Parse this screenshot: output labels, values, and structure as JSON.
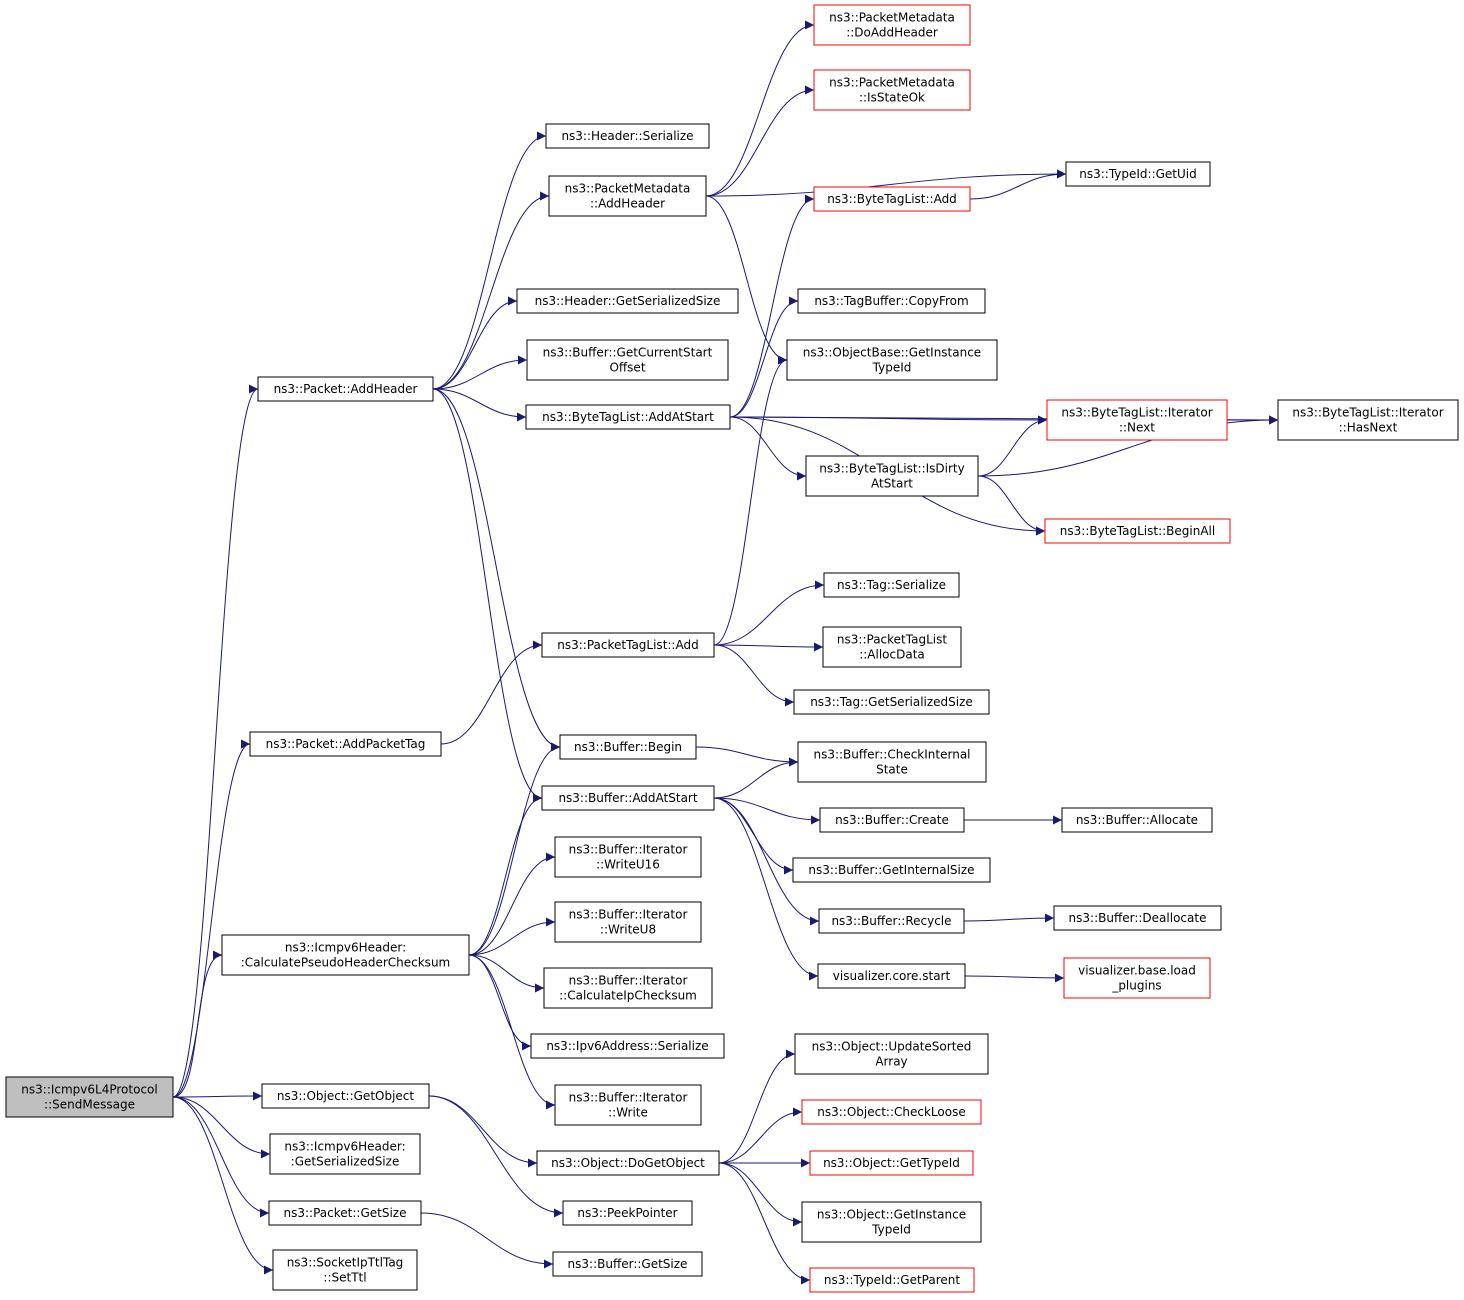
{
  "colors": {
    "edge": "#191970",
    "node_border": "#000000",
    "node_border_truncated": "#ff0000",
    "node_fill": "#ffffff",
    "root_fill": "#bfbfbf"
  },
  "nodes": [
    {
      "id": "root",
      "lines": [
        "ns3::Icmpv6L4Protocol",
        "::SendMessage"
      ],
      "kind": "root"
    },
    {
      "id": "addHeader",
      "lines": [
        "ns3::Packet::AddHeader"
      ],
      "kind": "normal"
    },
    {
      "id": "addPacketTag",
      "lines": [
        "ns3::Packet::AddPacketTag"
      ],
      "kind": "normal"
    },
    {
      "id": "calcPseudo",
      "lines": [
        "ns3::Icmpv6Header:",
        ":CalculatePseudoHeaderChecksum"
      ],
      "kind": "normal"
    },
    {
      "id": "getObject",
      "lines": [
        "ns3::Object::GetObject"
      ],
      "kind": "normal"
    },
    {
      "id": "icmpGetSerSize",
      "lines": [
        "ns3::Icmpv6Header:",
        ":GetSerializedSize"
      ],
      "kind": "normal"
    },
    {
      "id": "packetGetSize",
      "lines": [
        "ns3::Packet::GetSize"
      ],
      "kind": "normal"
    },
    {
      "id": "setTtl",
      "lines": [
        "ns3::SocketIpTtlTag",
        "::SetTtl"
      ],
      "kind": "normal"
    },
    {
      "id": "headerSerialize",
      "lines": [
        "ns3::Header::Serialize"
      ],
      "kind": "normal"
    },
    {
      "id": "pmAddHeader",
      "lines": [
        "ns3::PacketMetadata",
        "::AddHeader"
      ],
      "kind": "normal"
    },
    {
      "id": "headerGetSerSize",
      "lines": [
        "ns3::Header::GetSerializedSize"
      ],
      "kind": "normal"
    },
    {
      "id": "bufGetCurStart",
      "lines": [
        "ns3::Buffer::GetCurrentStart",
        "Offset"
      ],
      "kind": "normal"
    },
    {
      "id": "btlAddAtStart",
      "lines": [
        "ns3::ByteTagList::AddAtStart"
      ],
      "kind": "normal"
    },
    {
      "id": "ptlAdd",
      "lines": [
        "ns3::PacketTagList::Add"
      ],
      "kind": "normal"
    },
    {
      "id": "bufBegin",
      "lines": [
        "ns3::Buffer::Begin"
      ],
      "kind": "normal"
    },
    {
      "id": "bufAddAtStart",
      "lines": [
        "ns3::Buffer::AddAtStart"
      ],
      "kind": "normal"
    },
    {
      "id": "itWriteU16",
      "lines": [
        "ns3::Buffer::Iterator",
        "::WriteU16"
      ],
      "kind": "normal"
    },
    {
      "id": "itWriteU8",
      "lines": [
        "ns3::Buffer::Iterator",
        "::WriteU8"
      ],
      "kind": "normal"
    },
    {
      "id": "itCalcIpChk",
      "lines": [
        "ns3::Buffer::Iterator",
        "::CalculateIpChecksum"
      ],
      "kind": "normal"
    },
    {
      "id": "ipv6Serialize",
      "lines": [
        "ns3::Ipv6Address::Serialize"
      ],
      "kind": "normal"
    },
    {
      "id": "itWrite",
      "lines": [
        "ns3::Buffer::Iterator",
        "::Write"
      ],
      "kind": "normal"
    },
    {
      "id": "doGetObject",
      "lines": [
        "ns3::Object::DoGetObject"
      ],
      "kind": "normal"
    },
    {
      "id": "peekPointer",
      "lines": [
        "ns3::PeekPointer"
      ],
      "kind": "normal"
    },
    {
      "id": "bufGetSize",
      "lines": [
        "ns3::Buffer::GetSize"
      ],
      "kind": "normal"
    },
    {
      "id": "pmDoAddHeader",
      "lines": [
        "ns3::PacketMetadata",
        "::DoAddHeader"
      ],
      "kind": "truncated"
    },
    {
      "id": "pmIsStateOk",
      "lines": [
        "ns3::PacketMetadata",
        "::IsStateOk"
      ],
      "kind": "truncated"
    },
    {
      "id": "typeIdGetUid",
      "lines": [
        "ns3::TypeId::GetUid"
      ],
      "kind": "normal"
    },
    {
      "id": "btlAdd",
      "lines": [
        "ns3::ByteTagList::Add"
      ],
      "kind": "truncated"
    },
    {
      "id": "tagBufCopyFrom",
      "lines": [
        "ns3::TagBuffer::CopyFrom"
      ],
      "kind": "normal"
    },
    {
      "id": "objBaseGetInstTypeId",
      "lines": [
        "ns3::ObjectBase::GetInstance",
        "TypeId"
      ],
      "kind": "normal"
    },
    {
      "id": "btlItNext",
      "lines": [
        "ns3::ByteTagList::Iterator",
        "::Next"
      ],
      "kind": "truncated"
    },
    {
      "id": "btlItHasNext",
      "lines": [
        "ns3::ByteTagList::Iterator",
        "::HasNext"
      ],
      "kind": "normal"
    },
    {
      "id": "btlIsDirty",
      "lines": [
        "ns3::ByteTagList::IsDirty",
        "AtStart"
      ],
      "kind": "normal"
    },
    {
      "id": "btlBeginAll",
      "lines": [
        "ns3::ByteTagList::BeginAll"
      ],
      "kind": "truncated"
    },
    {
      "id": "tagSerialize",
      "lines": [
        "ns3::Tag::Serialize"
      ],
      "kind": "normal"
    },
    {
      "id": "ptlAllocData",
      "lines": [
        "ns3::PacketTagList",
        "::AllocData"
      ],
      "kind": "normal"
    },
    {
      "id": "tagGetSerSize",
      "lines": [
        "ns3::Tag::GetSerializedSize"
      ],
      "kind": "normal"
    },
    {
      "id": "bufCheckInternal",
      "lines": [
        "ns3::Buffer::CheckInternal",
        "State"
      ],
      "kind": "normal"
    },
    {
      "id": "bufCreate",
      "lines": [
        "ns3::Buffer::Create"
      ],
      "kind": "normal"
    },
    {
      "id": "bufAllocate",
      "lines": [
        "ns3::Buffer::Allocate"
      ],
      "kind": "normal"
    },
    {
      "id": "bufGetInternalSize",
      "lines": [
        "ns3::Buffer::GetInternalSize"
      ],
      "kind": "normal"
    },
    {
      "id": "bufRecycle",
      "lines": [
        "ns3::Buffer::Recycle"
      ],
      "kind": "normal"
    },
    {
      "id": "bufDeallocate",
      "lines": [
        "ns3::Buffer::Deallocate"
      ],
      "kind": "normal"
    },
    {
      "id": "vizCoreStart",
      "lines": [
        "visualizer.core.start"
      ],
      "kind": "normal"
    },
    {
      "id": "vizLoadPlugins",
      "lines": [
        "visualizer.base.load",
        "_plugins"
      ],
      "kind": "truncated"
    },
    {
      "id": "objUpdateSorted",
      "lines": [
        "ns3::Object::UpdateSorted",
        "Array"
      ],
      "kind": "normal"
    },
    {
      "id": "objCheckLoose",
      "lines": [
        "ns3::Object::CheckLoose"
      ],
      "kind": "truncated"
    },
    {
      "id": "objGetTypeId",
      "lines": [
        "ns3::Object::GetTypeId"
      ],
      "kind": "truncated"
    },
    {
      "id": "objGetInstTypeId",
      "lines": [
        "ns3::Object::GetInstance",
        "TypeId"
      ],
      "kind": "normal"
    },
    {
      "id": "typeIdGetParent",
      "lines": [
        "ns3::TypeId::GetParent"
      ],
      "kind": "truncated"
    }
  ],
  "edges": [
    [
      "root",
      "addHeader"
    ],
    [
      "root",
      "addPacketTag"
    ],
    [
      "root",
      "calcPseudo"
    ],
    [
      "root",
      "getObject"
    ],
    [
      "root",
      "icmpGetSerSize"
    ],
    [
      "root",
      "packetGetSize"
    ],
    [
      "root",
      "setTtl"
    ],
    [
      "addHeader",
      "headerSerialize"
    ],
    [
      "addHeader",
      "pmAddHeader"
    ],
    [
      "addHeader",
      "headerGetSerSize"
    ],
    [
      "addHeader",
      "bufGetCurStart"
    ],
    [
      "addHeader",
      "btlAddAtStart"
    ],
    [
      "addHeader",
      "bufBegin"
    ],
    [
      "addHeader",
      "bufAddAtStart"
    ],
    [
      "pmAddHeader",
      "pmDoAddHeader"
    ],
    [
      "pmAddHeader",
      "pmIsStateOk"
    ],
    [
      "pmAddHeader",
      "typeIdGetUid"
    ],
    [
      "pmAddHeader",
      "objBaseGetInstTypeId"
    ],
    [
      "btlAdd",
      "typeIdGetUid"
    ],
    [
      "btlAddAtStart",
      "btlAdd"
    ],
    [
      "btlAddAtStart",
      "tagBufCopyFrom"
    ],
    [
      "btlAddAtStart",
      "btlItHasNext"
    ],
    [
      "btlAddAtStart",
      "btlItNext"
    ],
    [
      "btlAddAtStart",
      "btlIsDirty"
    ],
    [
      "btlAddAtStart",
      "btlBeginAll"
    ],
    [
      "btlItNext",
      "btlItHasNext"
    ],
    [
      "btlIsDirty",
      "btlItNext"
    ],
    [
      "btlIsDirty",
      "btlItHasNext"
    ],
    [
      "btlIsDirty",
      "btlBeginAll"
    ],
    [
      "addPacketTag",
      "ptlAdd"
    ],
    [
      "ptlAdd",
      "objBaseGetInstTypeId"
    ],
    [
      "ptlAdd",
      "tagSerialize"
    ],
    [
      "ptlAdd",
      "ptlAllocData"
    ],
    [
      "ptlAdd",
      "tagGetSerSize"
    ],
    [
      "calcPseudo",
      "bufBegin"
    ],
    [
      "calcPseudo",
      "bufAddAtStart"
    ],
    [
      "calcPseudo",
      "itWriteU16"
    ],
    [
      "calcPseudo",
      "itWriteU8"
    ],
    [
      "calcPseudo",
      "itCalcIpChk"
    ],
    [
      "calcPseudo",
      "ipv6Serialize"
    ],
    [
      "calcPseudo",
      "itWrite"
    ],
    [
      "bufBegin",
      "bufCheckInternal"
    ],
    [
      "bufAddAtStart",
      "bufCheckInternal"
    ],
    [
      "bufAddAtStart",
      "bufCreate"
    ],
    [
      "bufAddAtStart",
      "bufGetInternalSize"
    ],
    [
      "bufAddAtStart",
      "bufRecycle"
    ],
    [
      "bufAddAtStart",
      "vizCoreStart"
    ],
    [
      "bufCreate",
      "bufAllocate"
    ],
    [
      "bufRecycle",
      "bufDeallocate"
    ],
    [
      "vizCoreStart",
      "vizLoadPlugins"
    ],
    [
      "getObject",
      "doGetObject"
    ],
    [
      "getObject",
      "peekPointer"
    ],
    [
      "doGetObject",
      "objUpdateSorted"
    ],
    [
      "doGetObject",
      "objCheckLoose"
    ],
    [
      "doGetObject",
      "objGetTypeId"
    ],
    [
      "doGetObject",
      "objGetInstTypeId"
    ],
    [
      "doGetObject",
      "typeIdGetParent"
    ],
    [
      "packetGetSize",
      "bufGetSize"
    ]
  ]
}
